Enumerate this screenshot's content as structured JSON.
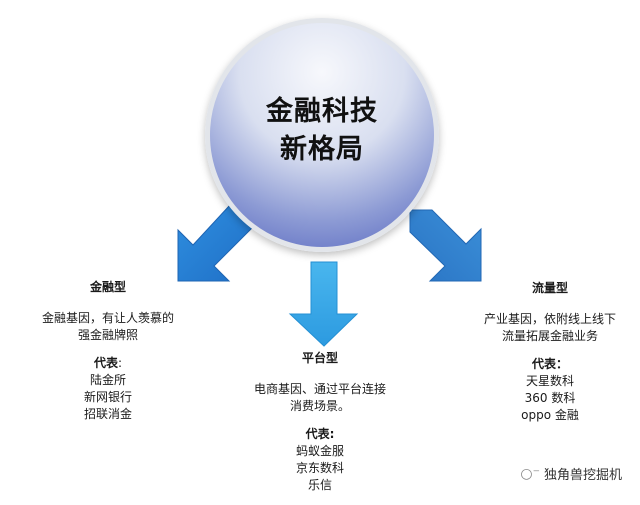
{
  "center": {
    "line1": "金融科技",
    "line2": "新格局"
  },
  "colors": {
    "arrow_left": "#2a7fd4",
    "arrow_mid": "#3aa9e6",
    "arrow_right": "#3283cf"
  },
  "branches": {
    "left": {
      "title": "金融型",
      "desc": [
        "金融基因，有让人羡慕的",
        "强金融牌照"
      ],
      "rep_label": "代表",
      "rep_colon": ":",
      "items": [
        "陆金所",
        "新网银行",
        "招联消金"
      ]
    },
    "middle": {
      "title": "平台型",
      "desc": [
        "电商基因、通过平台连接",
        "消费场景。"
      ],
      "rep_label": "代表",
      "rep_colon": ":",
      "items": [
        "蚂蚁金服",
        "京东数科",
        "乐信"
      ]
    },
    "right": {
      "title": "流量型",
      "desc": [
        "产业基因，依附线上线下",
        "流量拓展金融业务"
      ],
      "rep_label": "代表",
      "rep_colon": "：",
      "items": [
        "天星数科",
        "360 数科",
        "oppo 金融"
      ]
    }
  },
  "watermark": {
    "icon": "wechat-icon",
    "text": "独角兽挖掘机"
  }
}
